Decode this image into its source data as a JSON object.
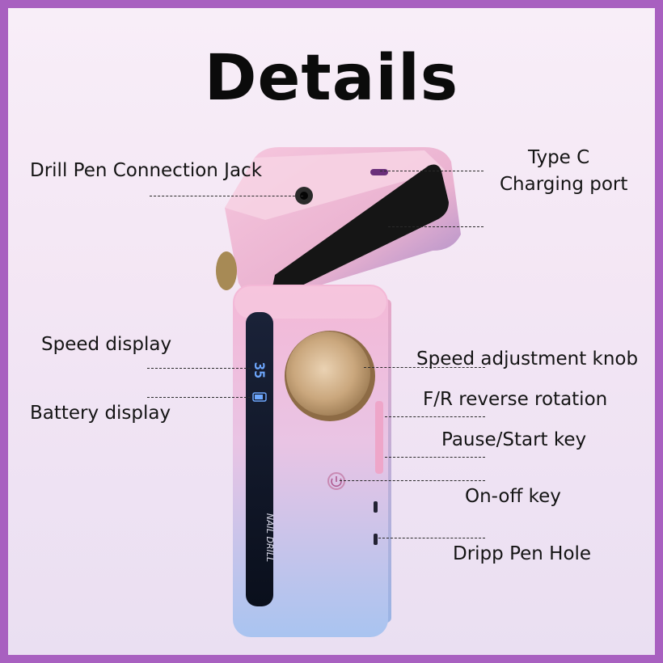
{
  "title": "Details",
  "labels": {
    "drill_pen_jack": "Drill Pen Connection Jack",
    "type_c": "Type C",
    "charging_port": "Charging port",
    "speed_display": "Speed display",
    "speed_knob": "Speed adjustment knob",
    "battery_display": "Battery display",
    "fr_rotation": "F/R reverse rotation",
    "pause_start": "Pause/Start key",
    "on_off": "On-off key",
    "dripp_pen_hole": "Dripp Pen Hole"
  },
  "device": {
    "brand_text": "NAIL DRILL",
    "speed_readout": "35"
  },
  "colors": {
    "border": "#a860c0",
    "device_pink": "#f2b9d6",
    "device_blue": "#a9c6f0",
    "lcd": "#0d1424",
    "lcd_glow": "#6ea8ff",
    "knob_gold": "#c9a77c"
  }
}
